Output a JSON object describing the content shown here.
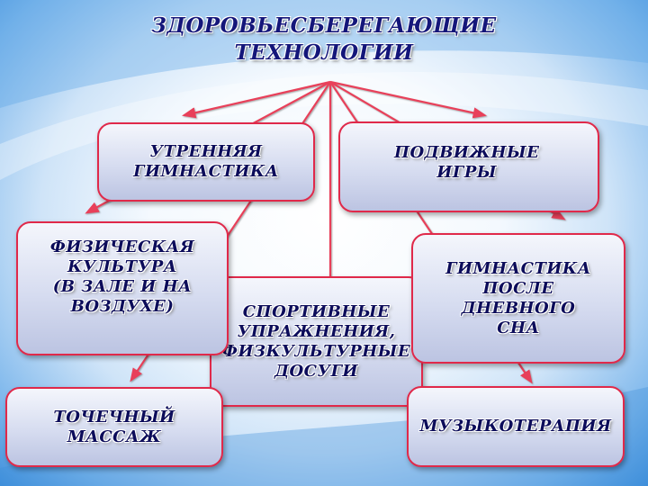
{
  "title": {
    "line1": "ЗДОРОВЬЕСБЕРЕГАЮЩИЕ",
    "line2": "ТЕХНОЛОГИИ"
  },
  "colors": {
    "arrow": "#e8405a",
    "box_border": "#e0294a",
    "text": "#0c0c5a",
    "title": "#14167a"
  },
  "nodes": {
    "morning": {
      "lines": [
        "УТРЕННЯЯ",
        "ГИМНАСТИКА"
      ]
    },
    "games": {
      "lines": [
        "ПОДВИЖНЫЕ",
        "ИГРЫ"
      ]
    },
    "pe": {
      "lines": [
        "ФИЗИЧЕСКАЯ",
        "КУЛЬТУРА",
        "(В ЗАЛЕ И НА",
        "ВОЗДУХЕ)"
      ]
    },
    "sport": {
      "lines": [
        "СПОРТИВНЫЕ",
        "УПРАЖНЕНИЯ,",
        "ФИЗКУЛЬТУРНЫЕ",
        "ДОСУГИ"
      ]
    },
    "nap": {
      "lines": [
        "ГИМНАСТИКА",
        "ПОСЛЕ",
        "ДНЕВНОГО",
        "СНА"
      ]
    },
    "massage": {
      "lines": [
        "ТОЧЕЧНЫЙ",
        "МАССАЖ"
      ]
    },
    "music": {
      "lines": [
        "МУЗЫКОТЕРАПИЯ"
      ]
    }
  }
}
